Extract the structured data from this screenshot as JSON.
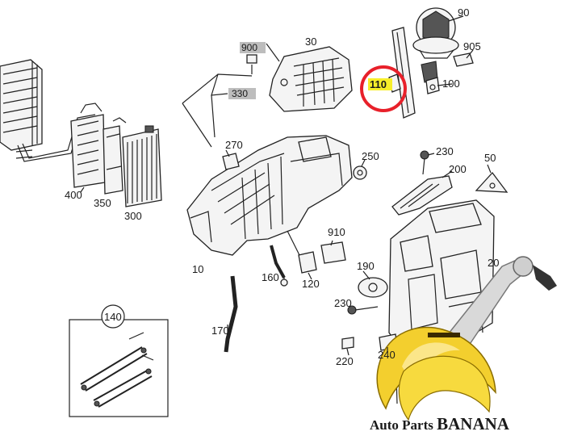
{
  "callouts": {
    "c90": "90",
    "c905": "905",
    "c100": "100",
    "c110": "110",
    "c900": "900",
    "c30": "30",
    "c330": "330",
    "c270": "270",
    "c250": "250",
    "c230a": "230",
    "c200": "200",
    "c50": "50",
    "c400": "400",
    "c350": "350",
    "c300": "300",
    "c910": "910",
    "c190": "190",
    "c10": "10",
    "c160": "160",
    "c120": "120",
    "c230b": "230",
    "c170": "170",
    "c220": "220",
    "c240": "240",
    "c20": "20",
    "c140": "140"
  },
  "brand": {
    "prefix": "Auto Parts ",
    "name": "BANANA"
  },
  "colors": {
    "highlight_circle": "#e8202a",
    "highlight_fill": "#f7ee2a",
    "tag_fill": "#bdbdbd",
    "banana": "#f3cf2e"
  }
}
